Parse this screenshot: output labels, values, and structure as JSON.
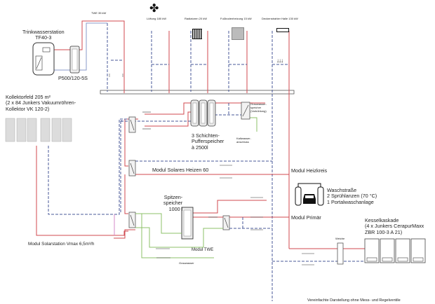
{
  "diagram": {
    "title_note": "Vereinfachte Darstellung ohne Mess- und Regelventile",
    "colors": {
      "supply": "#d0494f",
      "return": "#4a5a9a",
      "water": "#8cc069",
      "solar_return": "#d68ac8"
    },
    "consumers": [
      {
        "icon": "fan-icon",
        "label": "Lüftung 180 kW"
      },
      {
        "icon": "radiator-icon",
        "label": "Radiatoren 20 kW"
      },
      {
        "icon": "floor-heating-icon",
        "label": "Fußbodenheizung 15 kW"
      },
      {
        "icon": "ceiling-radiator-icon",
        "label": "Deckenstrahler Halle 130 kW"
      }
    ],
    "twe_label": "TWE 35 kW",
    "trinkwasserstation": {
      "title": "Trinkwasserstation\nTF40-3"
    },
    "storage_p500": {
      "label": "P500/120-5S"
    },
    "collector": {
      "label": "Kollektorfeld 205 m²\n(2 x 84 Junkers Vakuumröhren-\nKollektor VK 120-2)"
    },
    "buffer": {
      "label": "3 Schichten-\nPufferspeicher\nà 2500l"
    },
    "greywater_storage": {
      "label": "Grauwasser-\nspeicher\n(Vorkühlung)"
    },
    "cold_water": {
      "label": "Kaltwasser-\nanschluss"
    },
    "modules": {
      "solares_heizen": "Modul Solares Heizen 60",
      "heizkreis": "Modul Heizkreis",
      "primaer": "Modul Primär",
      "twe": "Modul TWE",
      "solarstation": "Modul Solarstation Vmax 6,5m³/h"
    },
    "spitzenspeicher": {
      "label": "Spitzen-\nspeicher\n1000 l"
    },
    "greywater": {
      "label": "Grauwasser"
    },
    "waschstrasse": {
      "label": "Waschstraße\n2 Sprühlanzen (70 °C)\n1 Portalwaschanlage"
    },
    "weiche": {
      "label": "Weiche"
    },
    "kesselkaskade": {
      "label": "Kesselkaskade\n(4 x Junkers CerapurMaxx\nZBR 100-3 A 21)"
    }
  }
}
